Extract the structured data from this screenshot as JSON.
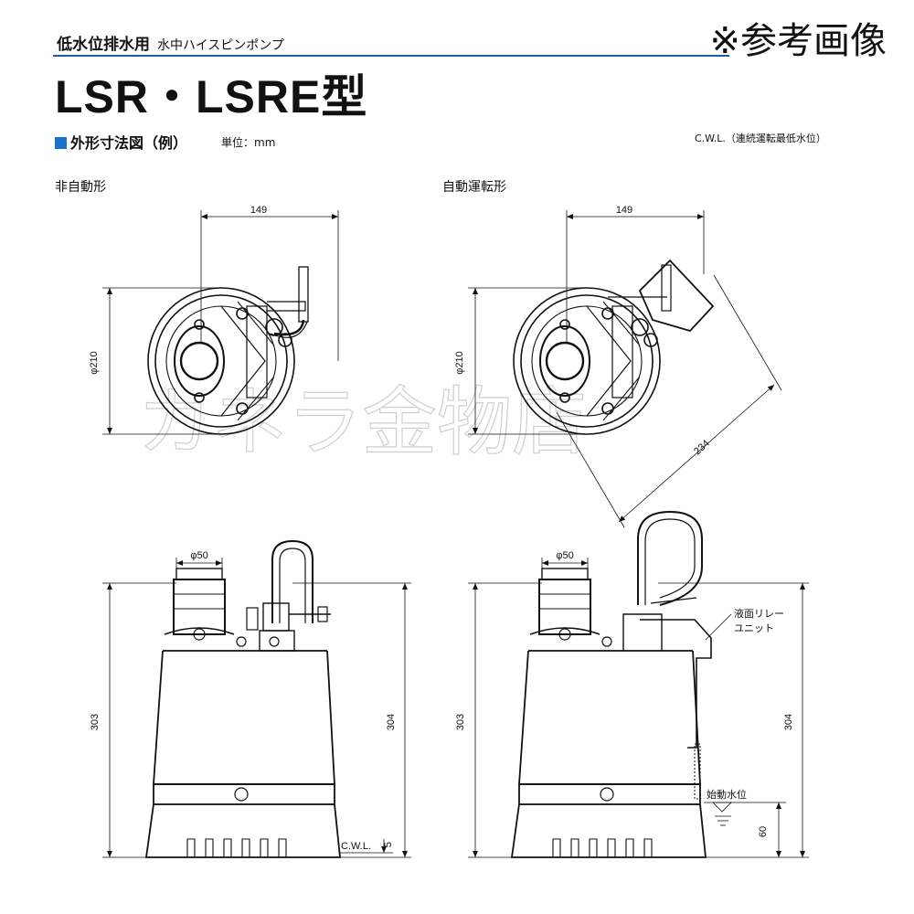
{
  "header": {
    "category": "低水位排水用",
    "category_sub": "水中ハイスピンポンプ",
    "model": "LSR・LSRE型",
    "reference_note": "※参考画像"
  },
  "section": {
    "title": "外形寸法図（例）",
    "unit": "単位：mm",
    "cwl_note": "C.W.L.（連続運転最低水位）"
  },
  "views": {
    "manual": {
      "label": "非自動形"
    },
    "auto": {
      "label": "自動運転形"
    }
  },
  "dimensions": {
    "top_width": "149",
    "top_diameter": "φ210",
    "relay_span": "234",
    "outlet_diameter": "φ50",
    "height_body": "303",
    "height_total": "304",
    "cwl_label": "C.W.L.",
    "cwl_value": "5",
    "start_level_label": "始動水位",
    "start_level_value": "60",
    "relay_label_1": "液面リレー",
    "relay_label_2": "ユニット"
  },
  "watermark": "カネラ金物店",
  "colors": {
    "accent_rule": "#1a5faa",
    "accent_square": "#1a73c8",
    "line": "#111111"
  }
}
